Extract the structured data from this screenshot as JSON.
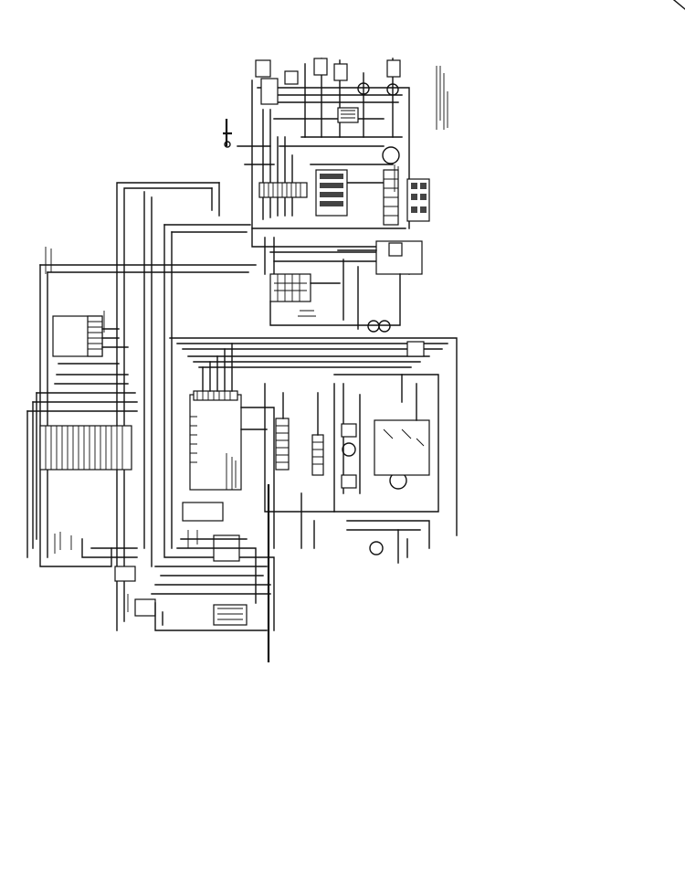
{
  "document": {
    "type": "wiring-schematic-scan",
    "orientation": "rotated-90",
    "legibility": "illegible-low-resolution",
    "ink_color": "#111111",
    "paper_color": "#ffffff"
  },
  "icons": {
    "component": "relay-switch-icon",
    "motor": "motor-icon",
    "lamp": "lamp-icon",
    "connector": "terminal-block-icon"
  }
}
